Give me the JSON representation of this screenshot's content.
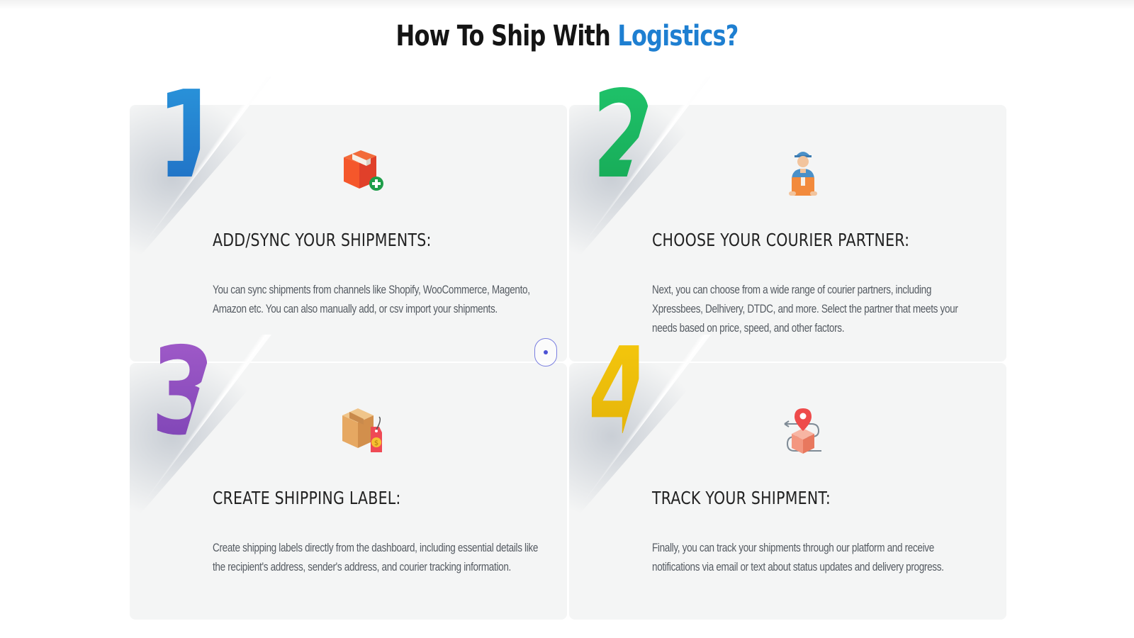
{
  "header": {
    "title_main": "How To Ship With",
    "title_accent": "Logistics?"
  },
  "steps": [
    {
      "number": "1",
      "icon": "box-plus-icon",
      "title": "ADD/SYNC YOUR SHIPMENTS:",
      "description": "You can sync shipments from channels like Shopify, WooCommerce, Magento, Amazon etc. You can also manually add, or csv import your shipments."
    },
    {
      "number": "2",
      "icon": "courier-person-icon",
      "title": "CHOOSE YOUR COURIER PARTNER:",
      "description": "Next, you can choose from a wide range of courier partners, including Xpressbees, Delhivery, DTDC, and more. Select the partner that meets your needs based on price, speed, and other factors."
    },
    {
      "number": "3",
      "icon": "box-price-tag-icon",
      "title": "CREATE SHIPPING LABEL:",
      "description": "Create shipping labels directly from the dashboard, including essential details like the recipient's address, sender's address, and courier tracking information."
    },
    {
      "number": "4",
      "icon": "location-pin-box-icon",
      "title": "TRACK YOUR SHIPMENT:",
      "description": "Finally, you can track your shipments through our platform and receive notifications via email or text about status updates and delivery progress."
    }
  ],
  "colors": {
    "accent": "#1e7fd1",
    "step1": "#2c8fd6",
    "step2": "#1fbf64",
    "step3": "#9353c0",
    "step4": "#f0c20f",
    "card_bg": "#f4f5f5"
  }
}
